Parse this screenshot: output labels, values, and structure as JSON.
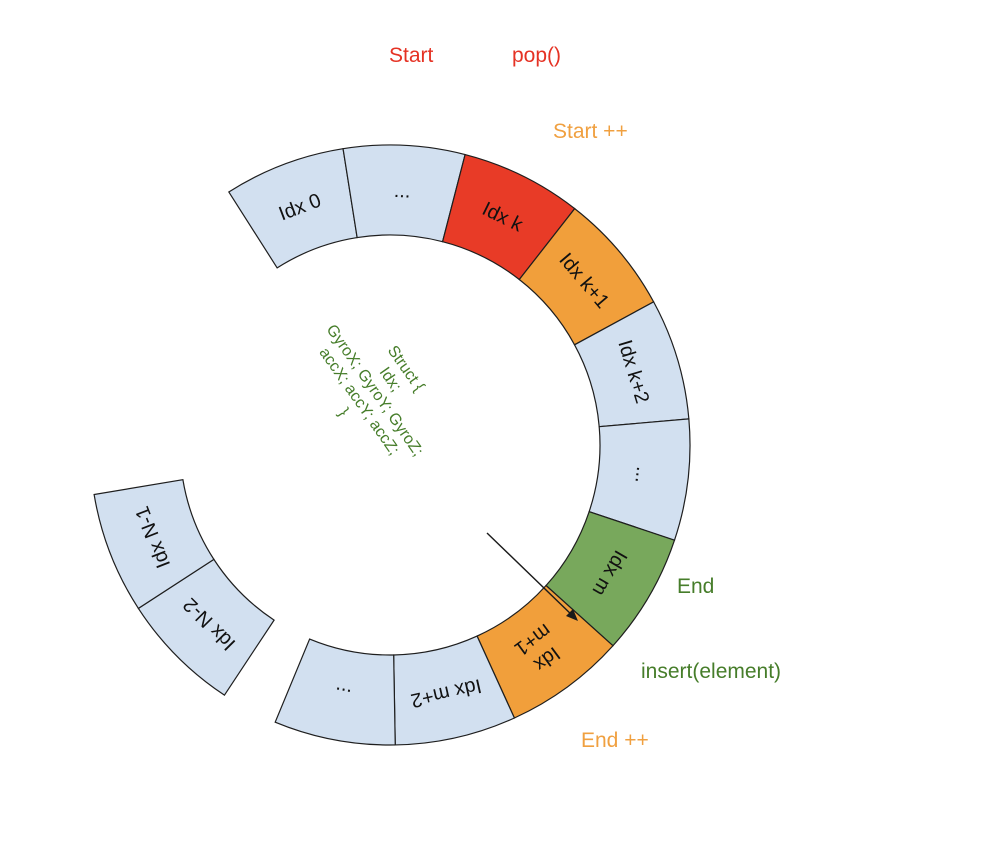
{
  "colors": {
    "default_fill": "#d2e0f0",
    "start_fill": "#e83b27",
    "start_next_fill": "#f19f3b",
    "end_fill": "#78a85c",
    "end_next_fill": "#f19f3b",
    "stroke": "#1e1e1e",
    "start_text": "#e53224",
    "orange_text": "#f0a040",
    "green_text": "#467d2a",
    "arrow": "#1a1a1a"
  },
  "segments": [
    {
      "label": "Idx 0",
      "role": "default"
    },
    {
      "label": "...",
      "role": "default"
    },
    {
      "label": "Idx k",
      "role": "start"
    },
    {
      "label": "Idx k+1",
      "role": "start_next"
    },
    {
      "label": "Idx k+2",
      "role": "default"
    },
    {
      "label": "...",
      "role": "default"
    },
    {
      "label": "Idx m",
      "role": "end"
    },
    {
      "label": "Idx\nm+1",
      "role": "end_next"
    },
    {
      "label": "Idx m+2",
      "role": "default"
    },
    {
      "label": "...",
      "role": "default"
    },
    {
      "label": "Idx N-2",
      "role": "default"
    },
    {
      "label": "Idx N-1",
      "role": "default"
    }
  ],
  "annotations": {
    "start": "Start",
    "pop": "pop()",
    "start_inc": "Start ++",
    "end": "End",
    "insert": "insert(element)",
    "end_inc": "End ++"
  },
  "struct_lines": [
    "Struct {",
    "Idx;",
    "GyroX; GyroY; GyroZ;",
    "accX; accY; accZ;",
    "}"
  ]
}
